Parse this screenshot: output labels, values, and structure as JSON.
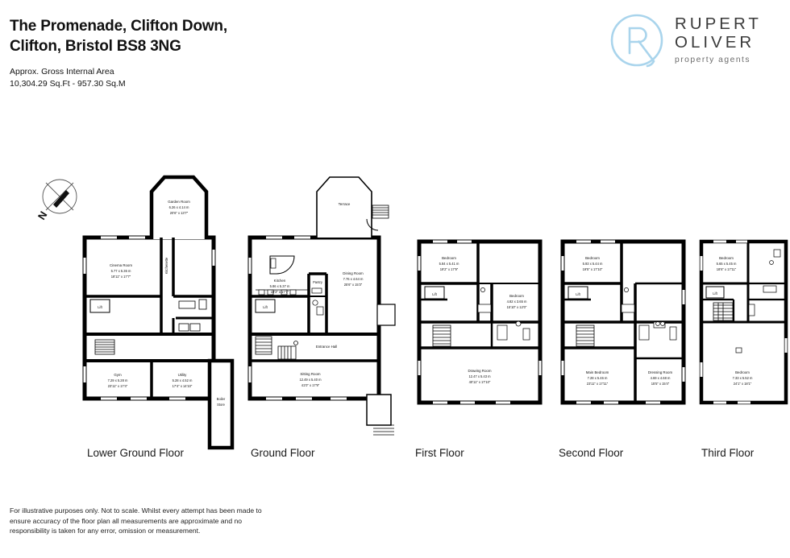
{
  "header": {
    "title_line1": "The Promenade, Clifton Down,",
    "title_line2": "Clifton, Bristol BS8 3NG",
    "area_label": "Approx. Gross Internal Area",
    "area_value": "10,304.29 Sq.Ft - 957.30 Sq.M"
  },
  "logo": {
    "mark_letter": "R",
    "line1": "RUPERT",
    "line2": "OLIVER",
    "tagline": "property agents",
    "accent_color": "#a9d4ec",
    "text_color": "#3a3a3a"
  },
  "compass": {
    "north_label": "N"
  },
  "floors": [
    {
      "id": "lower-ground",
      "label": "Lower Ground Floor",
      "rooms": [
        {
          "name": "Garden Room",
          "metric": "6.26 x 4.14 m",
          "imperial": "20'6\" x 13'7\""
        },
        {
          "name": "Cinema Room",
          "metric": "5.77 x 5.36 m",
          "imperial": "18'11\" x 17'7\""
        },
        {
          "name": "Kitchenette",
          "metric": "",
          "imperial": ""
        },
        {
          "name": "Gym",
          "metric": "7.29 x 5.28 m",
          "imperial": "23'11\" x 17'4\""
        },
        {
          "name": "Utility",
          "metric": "5.28 x 4.52 m",
          "imperial": "17'4\" x 14'10\""
        },
        {
          "name": "Boiler Store",
          "metric": "",
          "imperial": ""
        },
        {
          "name": "Lift",
          "metric": "",
          "imperial": ""
        }
      ]
    },
    {
      "id": "ground",
      "label": "Ground Floor",
      "rooms": [
        {
          "name": "Terrace",
          "metric": "",
          "imperial": ""
        },
        {
          "name": "Kitchen",
          "metric": "5.86 x 5.37 m",
          "imperial": "19'3\" x 17'7\""
        },
        {
          "name": "Dining Room",
          "metric": "7.76 x 4.64 m",
          "imperial": "25'6\" x 15'3\""
        },
        {
          "name": "Pantry",
          "metric": "",
          "imperial": ""
        },
        {
          "name": "Entrance Hall",
          "metric": "",
          "imperial": ""
        },
        {
          "name": "Sitting Room",
          "metric": "12.49 x 5.40 m",
          "imperial": "41'0\" x 17'9\""
        },
        {
          "name": "Lift",
          "metric": "",
          "imperial": ""
        }
      ]
    },
    {
      "id": "first",
      "label": "First Floor",
      "rooms": [
        {
          "name": "Bedroom",
          "metric": "5.84 x 5.41 m",
          "imperial": "19'2\" x 17'9\""
        },
        {
          "name": "Bedroom",
          "metric": "4.82 x 3.65 m",
          "imperial": "15'10\" x 12'0\""
        },
        {
          "name": "Drawing Room",
          "metric": "12.47 x 5.43 m",
          "imperial": "40'11\" x 17'10\""
        },
        {
          "name": "Lift",
          "metric": "",
          "imperial": ""
        }
      ]
    },
    {
      "id": "second",
      "label": "Second Floor",
      "rooms": [
        {
          "name": "Bedroom",
          "metric": "5.93 x 5.44 m",
          "imperial": "19'5\" x 17'10\""
        },
        {
          "name": "Main Bedroom",
          "metric": "7.28 x 5.46 m",
          "imperial": "23'11\" x 17'11\""
        },
        {
          "name": "Dressing Room",
          "metric": "4.69 x 4.68 m",
          "imperial": "15'5\" x 15'4\""
        },
        {
          "name": "Lift",
          "metric": "",
          "imperial": ""
        }
      ]
    },
    {
      "id": "third",
      "label": "Third Floor",
      "rooms": [
        {
          "name": "Bedroom",
          "metric": "5.65 x 5.45 m",
          "imperial": "18'6\" x 17'11\""
        },
        {
          "name": "Bedroom",
          "metric": "7.33 x 5.52 m",
          "imperial": "24'1\" x 18'1\""
        },
        {
          "name": "Lift",
          "metric": "",
          "imperial": ""
        }
      ]
    }
  ],
  "disclaimer": "For illustrative purposes only. Not to scale. Whilst every attempt has been made to ensure accuracy of the floor plan all measurements are approximate and no responsibility is taken for any error, omission or measurement."
}
